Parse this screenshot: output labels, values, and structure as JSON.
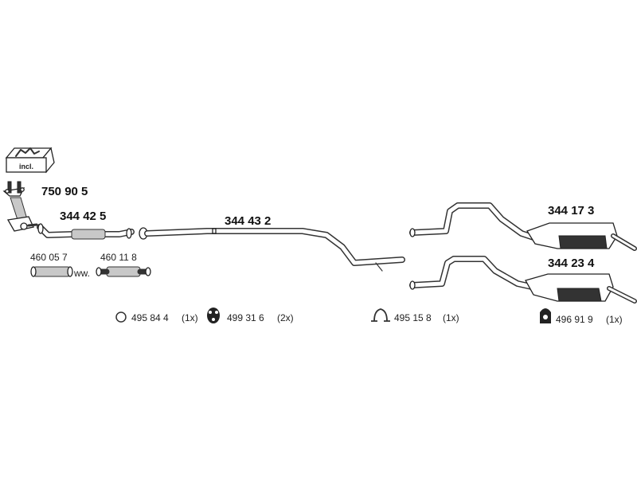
{
  "parts": {
    "kit_badge": "incl.",
    "catalyst": "750 90 5",
    "front_pipe": "344 42 5",
    "middle_pipe": "344 43 2",
    "rear_silencer_a": "344 17 3",
    "rear_silencer_b": "344 23 4",
    "flex_pipe_a": "460 05 7",
    "flex_pipe_b": "460 11 8",
    "alternative": "ww."
  },
  "accessories": [
    {
      "part": "495 84 4",
      "qty": "(1x)",
      "icon": "ring-gasket-icon"
    },
    {
      "part": "499 31 6",
      "qty": "(2x)",
      "icon": "rubber-hanger-icon"
    },
    {
      "part": "495 15 8",
      "qty": "(1x)",
      "icon": "clamp-icon"
    },
    {
      "part": "496 91 9",
      "qty": "(1x)",
      "icon": "mounting-rubber-icon"
    }
  ]
}
